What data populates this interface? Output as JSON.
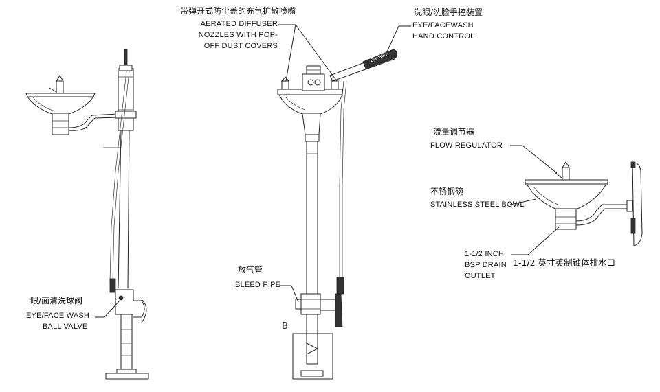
{
  "labels": {
    "diffuser_cn": "带弹开式防尘盖的充气扩散喷嘴",
    "diffuser_en": [
      "AERATED DIFFUSER",
      "NOZZLES WITH POP-",
      "OFF DUST COVERS"
    ],
    "hand_cn": "洗眼/洗脸手控装置",
    "hand_en": [
      "EYE/FACEWASH",
      "HAND CONTROL"
    ],
    "flow_cn": "流量调节器",
    "flow_en": "FLOW REGULATOR",
    "bowl_cn": "不锈钢碗",
    "bowl_en": "STAINLESS STEEL BOWL",
    "drain_en": [
      "1-1/2 INCH",
      "BSP DRAIN",
      "OUTLET"
    ],
    "drain_cn": "1-1/2 英寸英制锥体排水口",
    "bleed_cn": "放气管",
    "bleed_en": "BLEED PIPE",
    "ball_cn": "眼/面清洗球阀",
    "ball_en": [
      "EYE/FACE WASH",
      "BALL VALVE"
    ],
    "section_b": "B",
    "handle_text": "Eye Wash"
  }
}
